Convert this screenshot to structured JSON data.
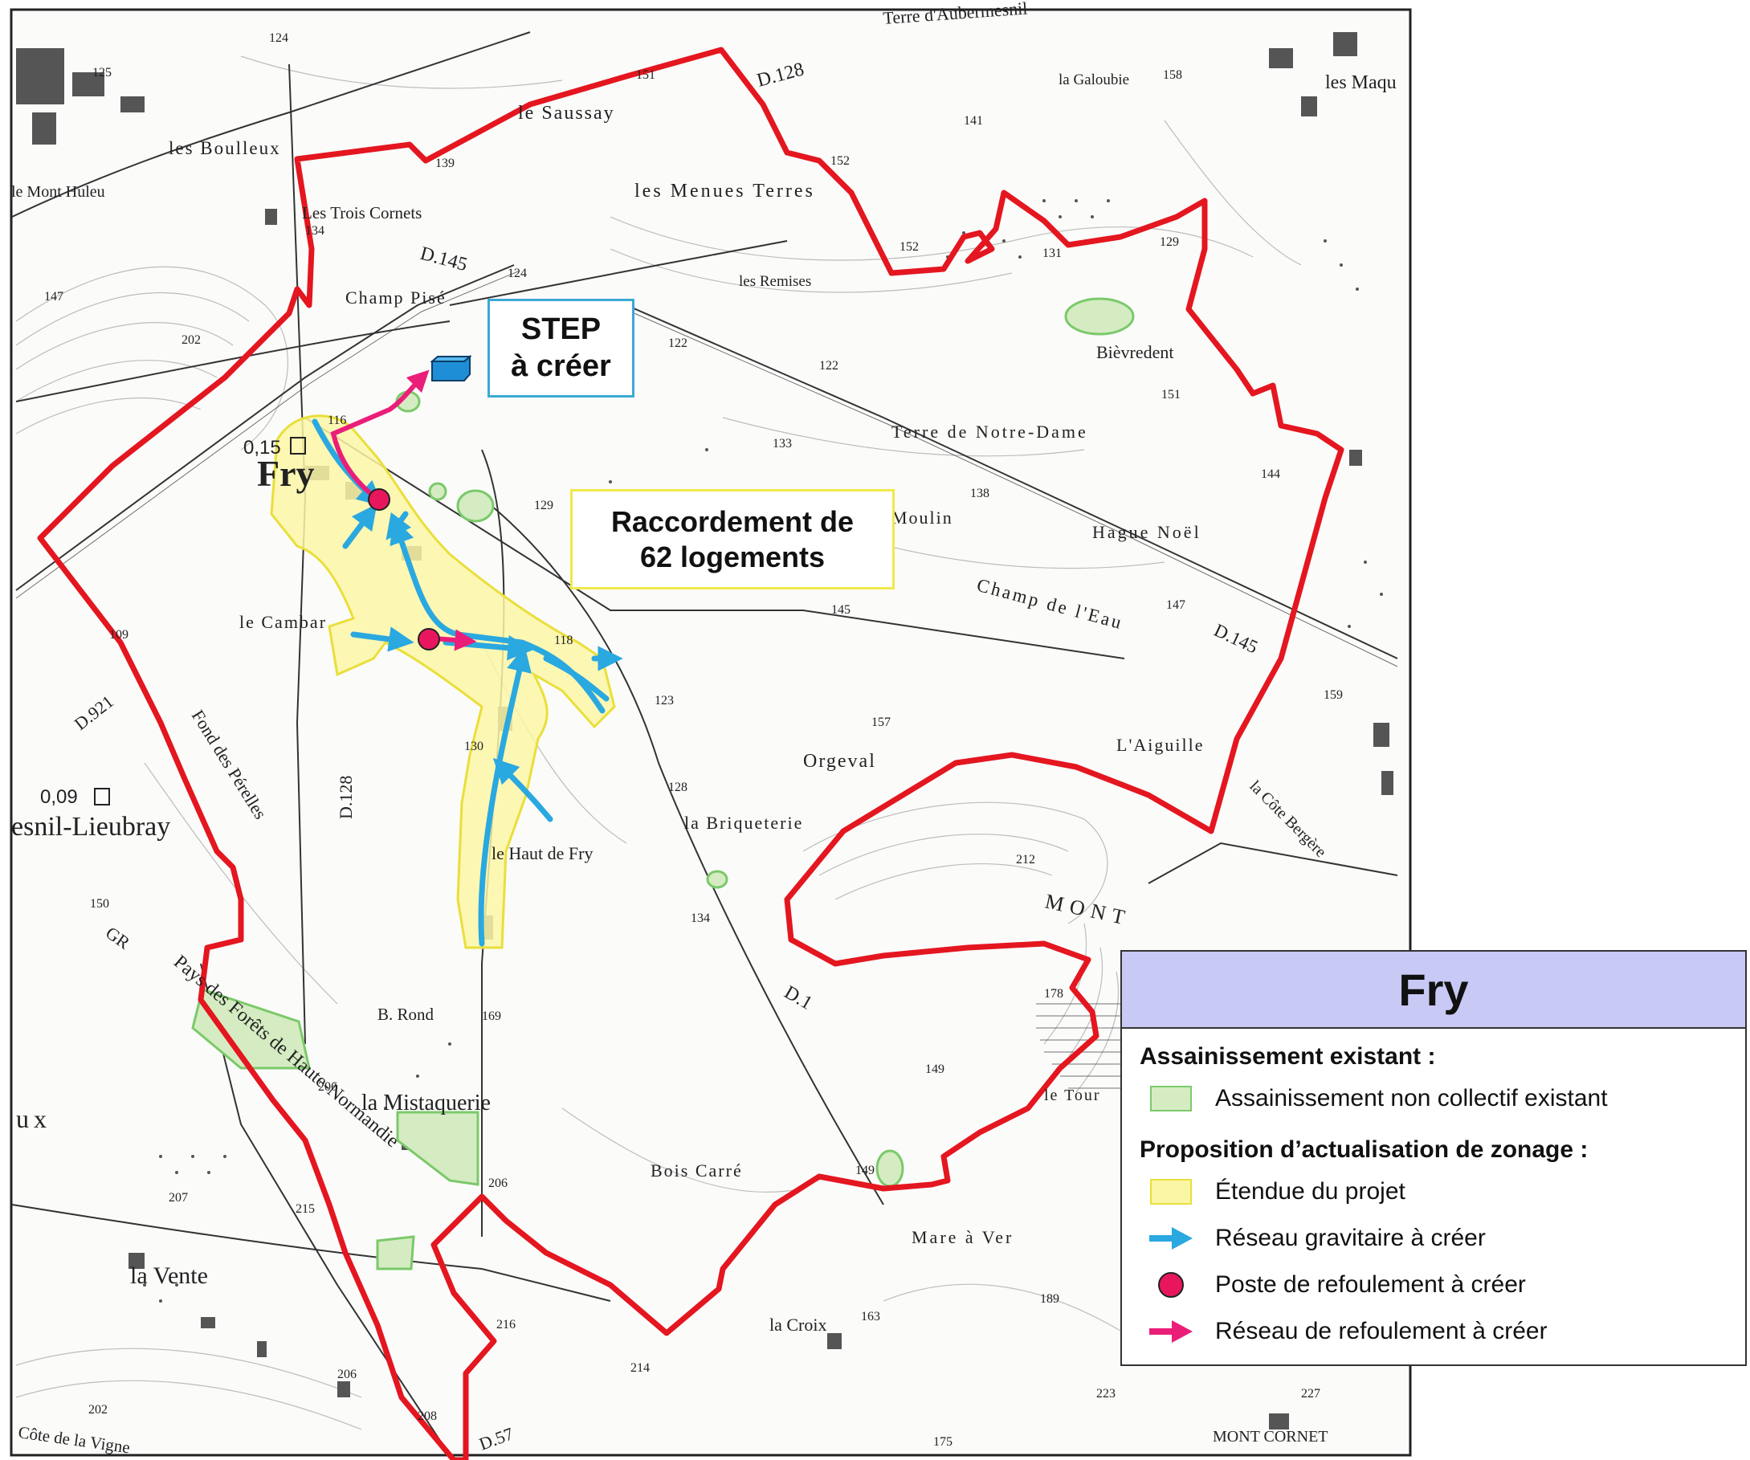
{
  "map": {
    "place_labels": [
      {
        "text": "Terre d'Aubermesnil"
      },
      {
        "text": "la Galoubie"
      },
      {
        "text": "les Maqu"
      },
      {
        "text": "le Saussay"
      },
      {
        "text": "les Boulleux"
      },
      {
        "text": "les Menues Terres"
      },
      {
        "text": "le Mont Huleu"
      },
      {
        "text": "Les Trois Cornets"
      },
      {
        "text": "Champ Pisé"
      },
      {
        "text": "les Remises"
      },
      {
        "text": "Bièvredent"
      },
      {
        "text": "Terre de Notre-Dame"
      },
      {
        "text": "Fry"
      },
      {
        "text": "Moulin"
      },
      {
        "text": "Hague Noël"
      },
      {
        "text": "le Cambar"
      },
      {
        "text": "Champ de l'Eau"
      },
      {
        "text": "Orgeval"
      },
      {
        "text": "L'Aiguille"
      },
      {
        "text": "la Briqueterie"
      },
      {
        "text": "le Haut de Fry"
      },
      {
        "text": "esnil-Lieubray"
      },
      {
        "text": "Fond des Pérelles"
      },
      {
        "text": "MONT"
      },
      {
        "text": "B. Rond"
      },
      {
        "text": "la Mistaquerie"
      },
      {
        "text": "Pays des Forêts de Haute-Normandie"
      },
      {
        "text": "Bois Carré"
      },
      {
        "text": "Mare à Ver"
      },
      {
        "text": "la Vente"
      },
      {
        "text": "la Croix"
      },
      {
        "text": "Côte de la Vigne"
      },
      {
        "text": "MONT CORNET"
      },
      {
        "text": "la Côte Bergère"
      },
      {
        "text": "le Tour"
      },
      {
        "text": "ux"
      }
    ],
    "road_labels": [
      "D.128",
      "D.145",
      "D.921",
      "D.128",
      "D.1",
      "D.145",
      "D.57",
      "GR"
    ],
    "spot_heights": [
      "124",
      "125",
      "151",
      "139",
      "152",
      "141",
      "158",
      "134",
      "152",
      "124",
      "131",
      "129",
      "147",
      "202",
      "122",
      "122",
      "133",
      "151",
      "116",
      "129",
      "138",
      "144",
      "145",
      "109",
      "147",
      "118",
      "123",
      "130",
      "157",
      "128",
      "159",
      "212",
      "134",
      "178",
      "150",
      "169",
      "206",
      "149",
      "149",
      "207",
      "215",
      "206",
      "189",
      "216",
      "163",
      "214",
      "223",
      "227",
      "206",
      "202",
      "208",
      "175"
    ],
    "codes": [
      "0,15",
      "0,09"
    ],
    "colors": {
      "boundary": "#e4161f",
      "project_fill": "#fbf6a6",
      "project_edge": "#e9df3a",
      "gravity_network": "#2aa8e0",
      "pump_station": "#e8175d",
      "discharge_network": "#ea1e79",
      "anc_fill": "#d5ecc2",
      "anc_edge": "#7bc96a",
      "step_icon": "#1e8fd6"
    }
  },
  "callouts": {
    "step": "STEP\nà créer",
    "raccordement": "Raccordement de\n62 logements"
  },
  "legend": {
    "title": "Fry",
    "section_existing": "Assainissement existant :",
    "anc_existing": "Assainissement non collectif existant",
    "section_proposal": "Proposition d’actualisation de zonage :",
    "project_extent": "Étendue du projet",
    "gravity_network": "Réseau gravitaire à créer",
    "pump_station": "Poste de refoulement à créer",
    "discharge_network": "Réseau de refoulement à créer"
  }
}
